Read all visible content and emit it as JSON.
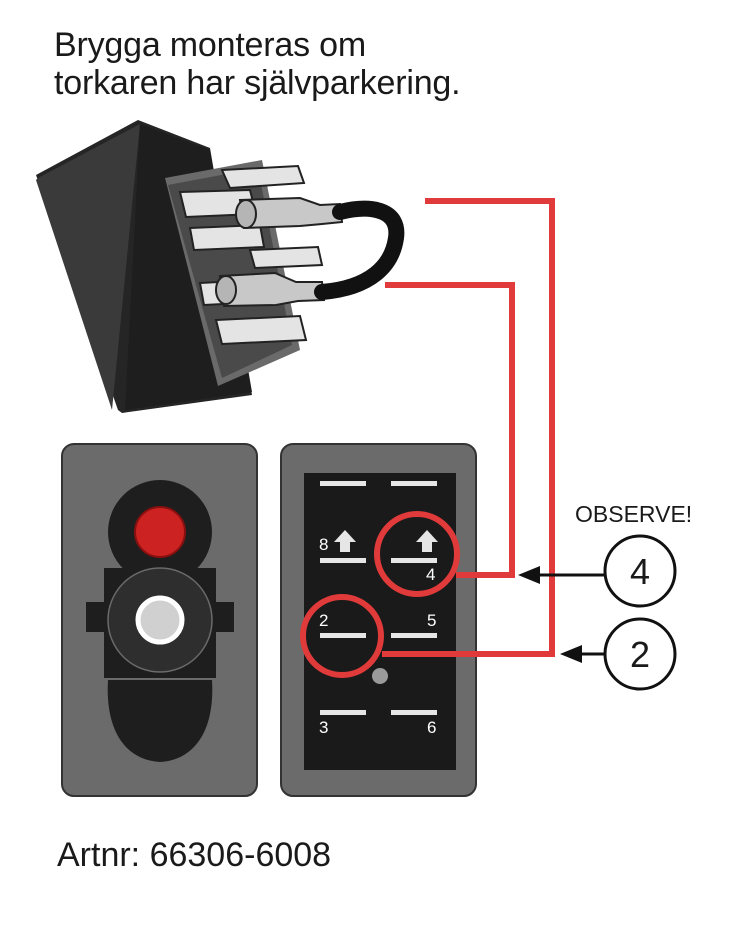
{
  "heading": {
    "line1": "Brygga monteras om",
    "line2": "torkaren har självparkering."
  },
  "article_number": "Artnr: 66306-6008",
  "observe_label": "OBSERVE!",
  "pins": {
    "p8": "8",
    "p4": "4",
    "p2": "2",
    "p5": "5",
    "p3": "3",
    "p6": "6"
  },
  "callouts": {
    "top": "4",
    "bottom": "2"
  },
  "colors": {
    "wire": "#e03a3a",
    "panel": "#6b6b6b",
    "body": "#2b2b2b",
    "lamp": "#cc2222"
  }
}
